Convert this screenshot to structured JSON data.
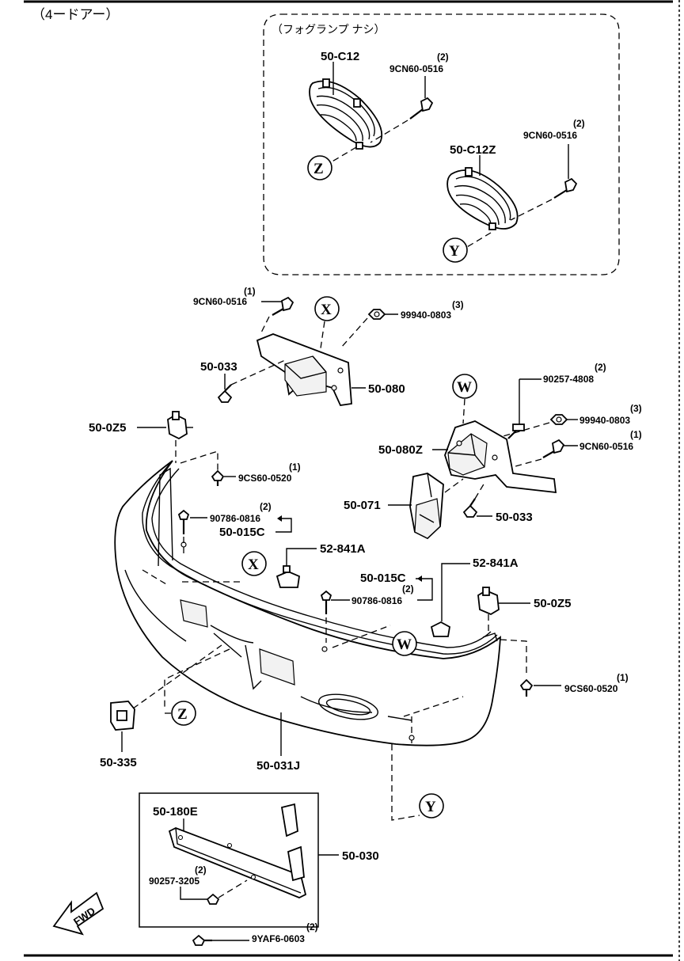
{
  "header": {
    "title": "（4ードアー）"
  },
  "fog_box": {
    "note": "（フォグランプ ナシ）"
  },
  "callouts": {
    "z_top": "Z",
    "y_top": "Y",
    "x_top": "X",
    "w_top": "W",
    "x_mid": "X",
    "w_mid": "W",
    "z_bot": "Z",
    "y_bot": "Y"
  },
  "parts": {
    "p_50c12": "50-C12",
    "p_50c12z": "50-C12Z",
    "p_9cn60_a": "9CN60-0516",
    "p_9cn60_b": "9CN60-0516",
    "p_9cn60_c": "9CN60-0516",
    "p_9cn60_d": "9CN60-0516",
    "p_99940_a": "99940-0803",
    "p_99940_b": "99940-0803",
    "p_50033_a": "50-033",
    "p_50033_b": "50-033",
    "p_50080": "50-080",
    "p_50080z": "50-080Z",
    "p_90257_4808": "90257-4808",
    "p_500z5_a": "50-0Z5",
    "p_500z5_b": "50-0Z5",
    "p_9cs60_a": "9CS60-0520",
    "p_9cs60_b": "9CS60-0520",
    "p_90786_a": "90786-0816",
    "p_90786_b": "90786-0816",
    "p_50015c_a": "50-015C",
    "p_50015c_b": "50-015C",
    "p_52841a_a": "52-841A",
    "p_52841a_b": "52-841A",
    "p_50071": "50-071",
    "p_50335": "50-335",
    "p_50031j": "50-031J",
    "p_50180e": "50-180E",
    "p_50030": "50-030",
    "p_90257_3205": "90257-3205",
    "p_9yaf6": "9YAF6-0603"
  },
  "quantities": {
    "q_9cn60_a": "(2)",
    "q_9cn60_b": "(2)",
    "q_9cn60_c": "(1)",
    "q_9cn60_d": "(1)",
    "q_99940_a": "(3)",
    "q_99940_b": "(3)",
    "q_90257_4808": "(2)",
    "q_9cs60_a": "(1)",
    "q_9cs60_b": "(1)",
    "q_90786_a": "(2)",
    "q_90786_b": "(2)",
    "q_90257_3205": "(2)",
    "q_9yaf6": "(2)"
  },
  "fwd": {
    "label": "FWD"
  }
}
